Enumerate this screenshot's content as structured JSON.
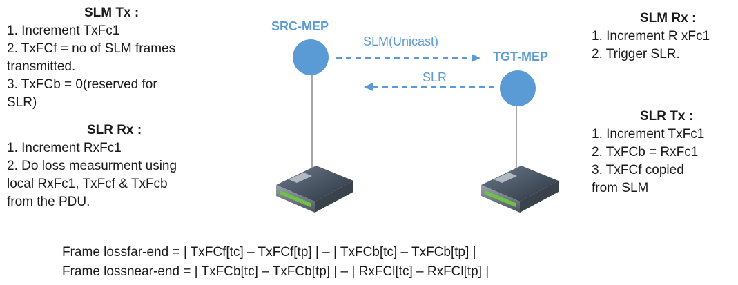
{
  "slm_tx": {
    "title": "SLM Tx :",
    "lines": [
      "1. Increment TxFc1",
      "2. TxFCf = no of SLM frames",
      "transmitted.",
      "3. TxFCb = 0(reserved for",
      "SLR)"
    ]
  },
  "slr_rx": {
    "title": "SLR Rx :",
    "lines": [
      "1.  Increment RxFc1",
      "2. Do loss measurment using",
      "local RxFc1, TxFcf & TxFcb",
      "from the PDU."
    ]
  },
  "slm_rx": {
    "title": "SLM Rx :",
    "lines": [
      "1. Increment R xFc1",
      "2. Trigger SLR."
    ]
  },
  "slr_tx": {
    "title": "SLR Tx :",
    "lines": [
      "1. Increment TxFc1",
      "2. TxFCb = RxFc1",
      "3. TxFCf copied",
      "from SLM"
    ]
  },
  "nodes": {
    "src": "SRC-MEP",
    "tgt": "TGT-MEP"
  },
  "messages": {
    "slm": "SLM(Unicast)",
    "slr": "SLR"
  },
  "formulas": [
    "Frame lossfar-end = | TxFCf[tc] – TxFCf[tp] | – | TxFCb[tc] – TxFCb[tp] |",
    "Frame lossnear-end = | TxFCb[tc] – TxFCb[tp] | – | RxFCl[tc] – RxFCl[tp] |"
  ],
  "colors": {
    "accent": "#5b9bd5",
    "circle_fill": "#5b9bd5",
    "text": "#1a1a1a"
  },
  "icons": {
    "device": "network-switch-icon"
  }
}
